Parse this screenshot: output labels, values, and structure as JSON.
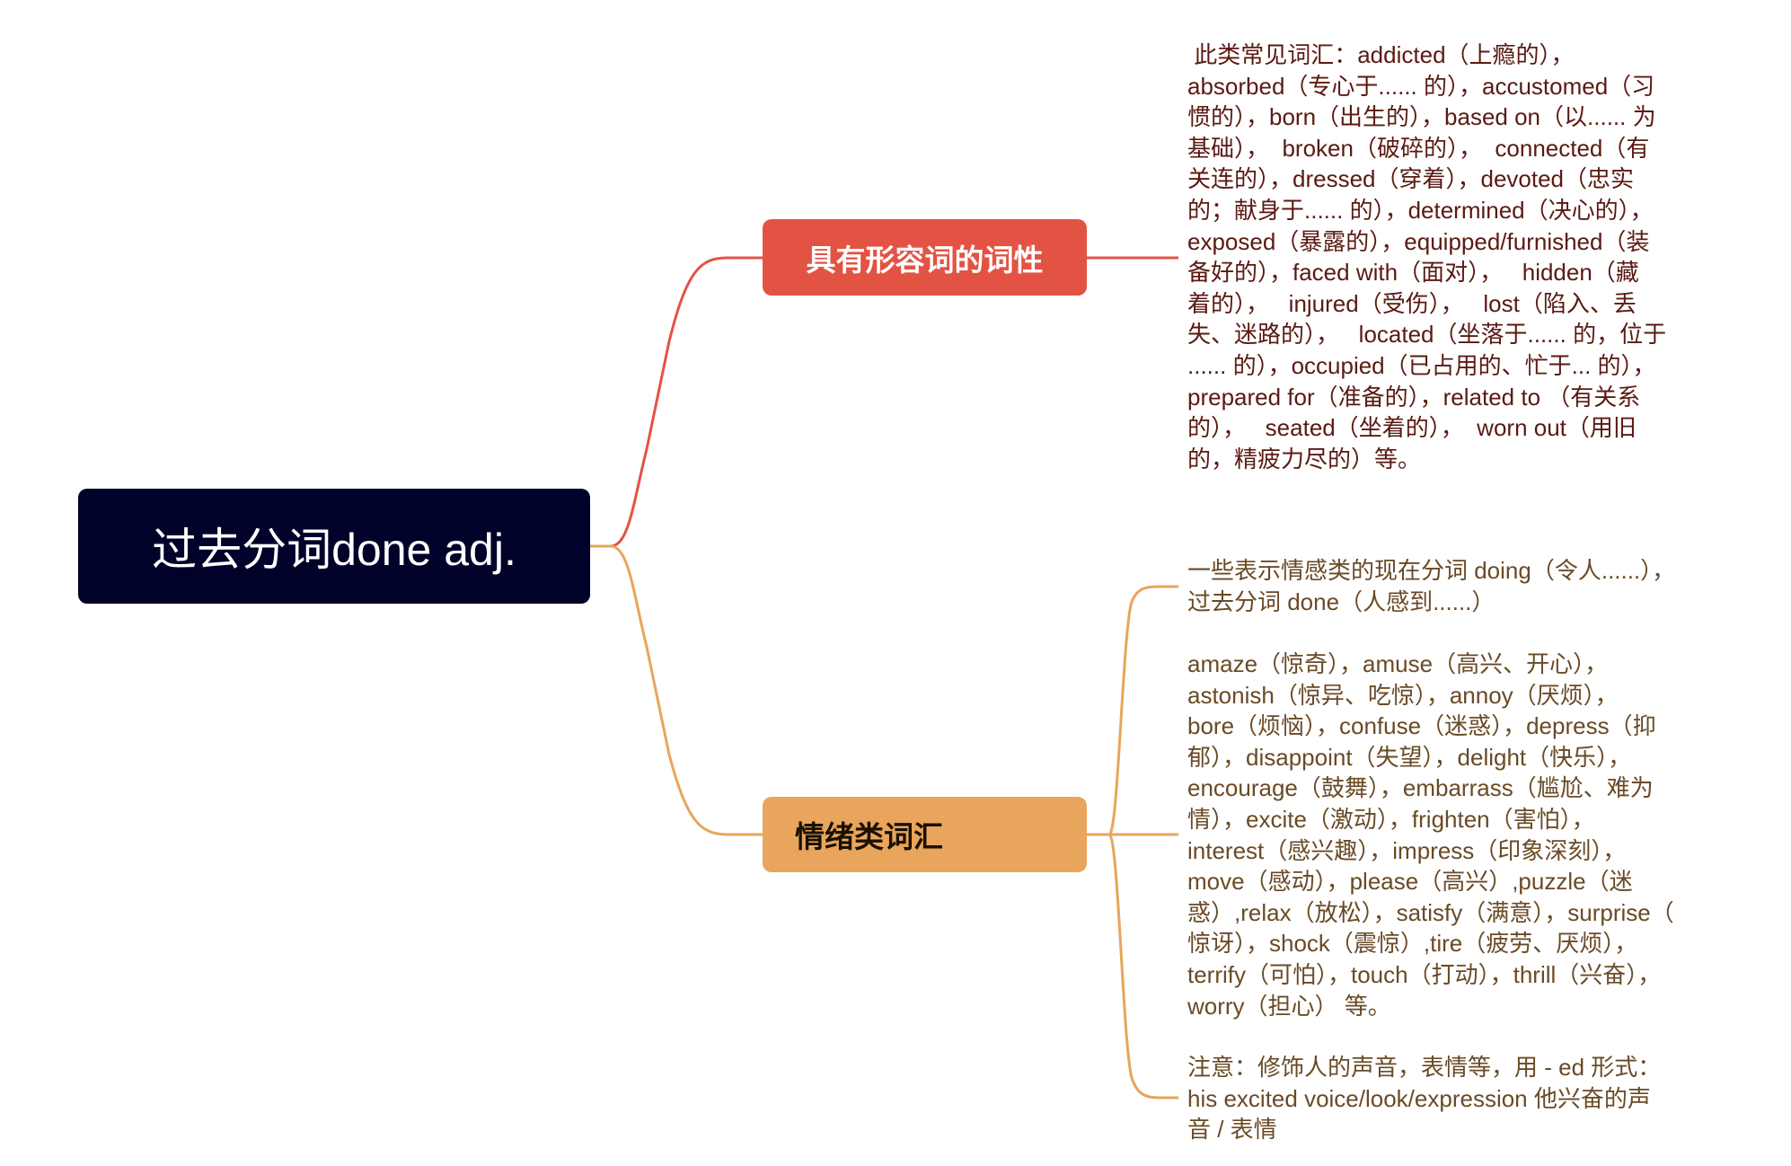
{
  "root": {
    "label": "过去分词done adj."
  },
  "branches": [
    {
      "label": "具有形容词的词性",
      "color": "#e35344",
      "notes": [
        {
          "lines": [
            " 此类常见词汇：addicted（上瘾的），",
            "absorbed（专心于...... 的），accustomed（习",
            "惯的），born（出生的），based on（以...... 为",
            "基础），  broken（破碎的），  connected（有",
            "关连的），dressed（穿着），devoted（忠实",
            "的；献身于...... 的），determined（决心的），",
            "exposed（暴露的），equipped/furnished（装",
            "备好的），faced with（面对），   hidden（藏",
            "着的），   injured（受伤），   lost（陷入、丢",
            "失、迷路的），   located（坐落于...... 的，位于",
            "...... 的），occupied（已占用的、忙于... 的），",
            "prepared for（准备的），related to （有关系",
            "的），   seated（坐着的），  worn out（用旧",
            "的，精疲力尽的）等。"
          ]
        }
      ]
    },
    {
      "label": "情绪类词汇",
      "color": "#e8a55b",
      "notes": [
        {
          "lines": [
            "一些表示情感类的现在分词 doing（令人......），",
            "过去分词 done（人感到......）"
          ]
        },
        {
          "lines": [
            "amaze（惊奇），amuse（高兴、开心），",
            "astonish（惊异、吃惊），annoy（厌烦），",
            "bore（烦恼），confuse（迷惑），depress（抑",
            "郁），disappoint（失望），delight（快乐），",
            "encourage（鼓舞），embarrass（尴尬、难为",
            "情），excite（激动），frighten（害怕），",
            "interest（感兴趣），impress（印象深刻），",
            "move（感动），please（高兴）,puzzle（迷",
            "惑）,relax（放松），satisfy（满意），surprise（",
            "惊讶），shock（震惊）,tire（疲劳、厌烦），",
            "terrify（可怕），touch（打动），thrill（兴奋），",
            "worry（担心） 等。"
          ]
        },
        {
          "lines": [
            "注意：修饰人的声音，表情等，用 - ed 形式：",
            "his excited voice/look/expression 他兴奋的声",
            "音 / 表情"
          ]
        }
      ]
    }
  ],
  "colors": {
    "root": "#000229",
    "text_red": "#5a1a12",
    "text_brown": "#6a4a26"
  }
}
